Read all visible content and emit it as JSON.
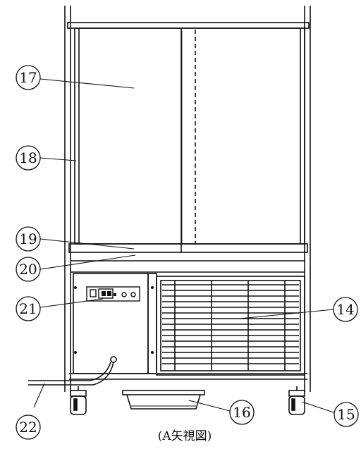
{
  "colors": {
    "ink": "#111111",
    "paper": "#ffffff"
  },
  "callouts": [
    {
      "id": "17",
      "label": "17"
    },
    {
      "id": "18",
      "label": "18"
    },
    {
      "id": "19",
      "label": "19"
    },
    {
      "id": "20",
      "label": "20"
    },
    {
      "id": "21",
      "label": "21"
    },
    {
      "id": "14",
      "label": "14"
    },
    {
      "id": "22",
      "label": "22"
    },
    {
      "id": "16",
      "label": "16"
    },
    {
      "id": "15",
      "label": "15"
    }
  ],
  "caption": "(A矢視図)"
}
